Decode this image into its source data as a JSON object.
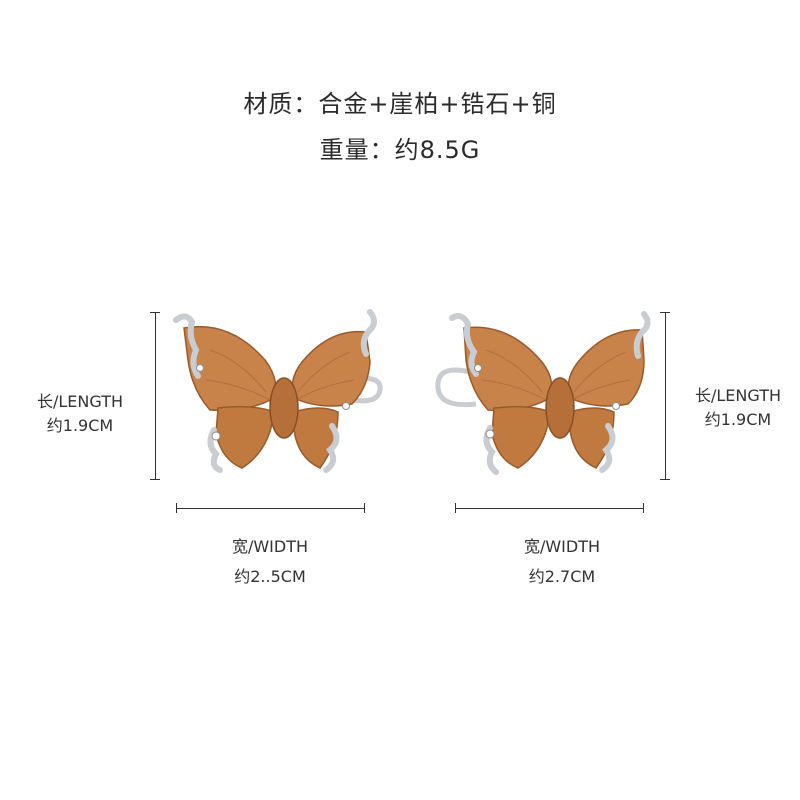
{
  "specs": {
    "material": "材质：合金+崖柏+锆石+铜",
    "weight": "重量：约8.5G"
  },
  "left_earring": {
    "length_label": "长/LENGTH",
    "length_value": "约1.9CM",
    "width_label": "宽/WIDTH",
    "width_value": "约2..5CM"
  },
  "right_earring": {
    "length_label": "长/LENGTH",
    "length_value": "约1.9CM",
    "width_label": "宽/WIDTH",
    "width_value": "约2.7CM"
  },
  "colors": {
    "wood": "#c8834a",
    "wood_dark": "#9a5a2c",
    "silver": "#c9ccd1",
    "silver_dark": "#8a8f96",
    "line": "#333333"
  }
}
